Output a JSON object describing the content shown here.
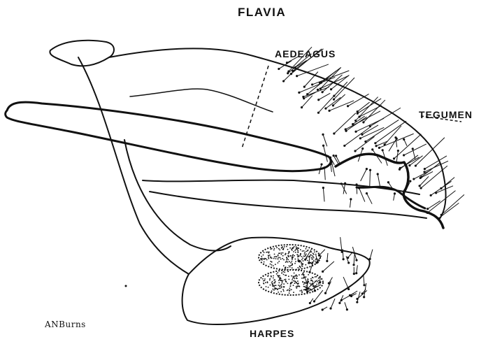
{
  "title": "FLAVIA",
  "labels": {
    "aedeagus": "AEDEAGUS",
    "tegumen": "TEGUMEN",
    "harpes": "HARPES"
  },
  "signature": "ANBurns",
  "colors": {
    "ink": "#111111",
    "paper": "#ffffff"
  }
}
